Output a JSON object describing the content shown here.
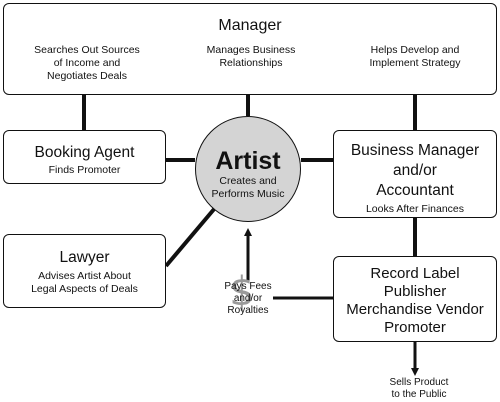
{
  "manager": {
    "title": "Manager",
    "roles": [
      "Searches Out Sources\nof Income and\nNegotiates Deals",
      "Manages Business\nRelationships",
      "Helps Develop and\nImplement Strategy"
    ]
  },
  "booking_agent": {
    "title": "Booking Agent",
    "desc": "Finds Promoter"
  },
  "lawyer": {
    "title": "Lawyer",
    "desc": "Advises Artist About\nLegal Aspects of Deals"
  },
  "artist": {
    "name": "Artist",
    "desc": "Creates and\nPerforms Music"
  },
  "business_manager": {
    "title": "Business Manager\nand/or\nAccountant",
    "desc": "Looks After Finances"
  },
  "record_label": {
    "title": "Record Label\nPublisher\nMerchandise Vendor\nPromoter"
  },
  "flows": {
    "fees": "Pays Fees\nand/or\nRoyalties",
    "fees_symbol": "$",
    "output": "Sells Product\nto the Public"
  },
  "colors": {
    "artist_fill": "#d4d4d4",
    "line": "#111111",
    "symbol": "#9a9a9a"
  }
}
